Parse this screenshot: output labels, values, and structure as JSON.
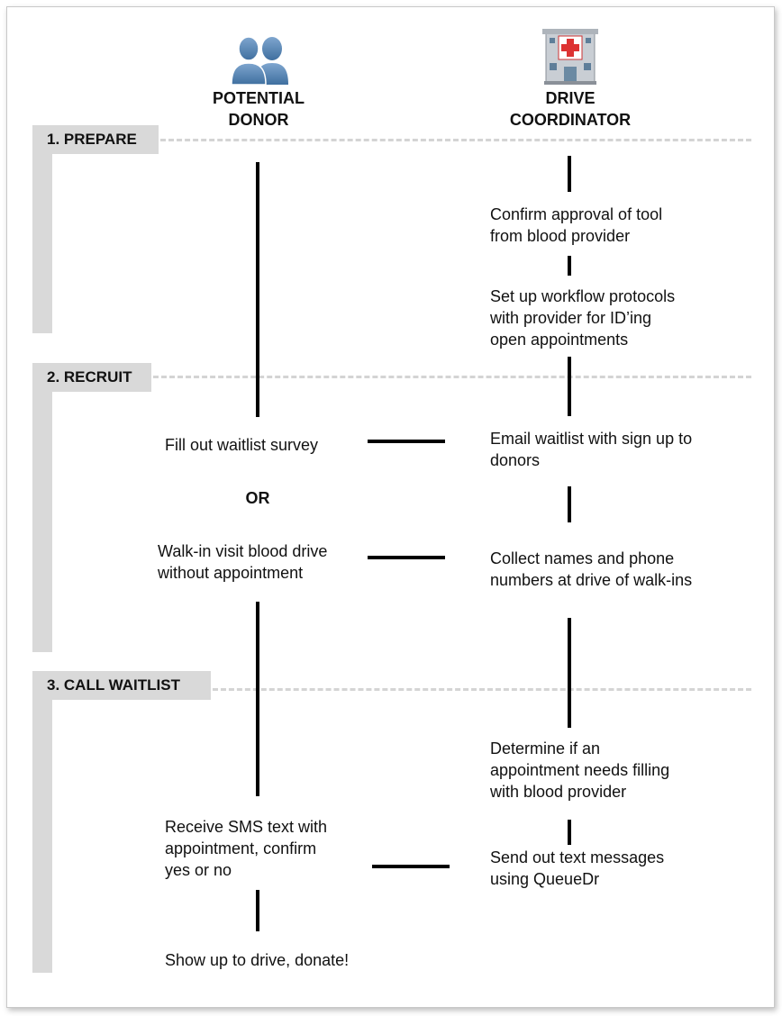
{
  "columns": {
    "donor": {
      "icon": "people-icon",
      "title": "POTENTIAL\nDONOR"
    },
    "coordinator": {
      "icon": "hospital-icon",
      "title": "DRIVE\nCOORDINATOR"
    }
  },
  "stages": [
    {
      "label": "1. PREPARE"
    },
    {
      "label": "2. RECRUIT"
    },
    {
      "label": "3. CALL WAITLIST"
    }
  ],
  "steps": {
    "confirm_approval": "Confirm approval of tool\nfrom blood provider",
    "setup_workflow": "Set up workflow protocols\nwith provider for ID’ing\nopen appointments",
    "fill_survey": "Fill out waitlist survey",
    "email_waitlist": "Email waitlist with sign up to\ndonors",
    "or_label": "OR",
    "walk_in": "Walk-in visit blood drive\nwithout appointment",
    "collect_names": "Collect names and phone\nnumbers at drive of walk-ins",
    "determine_need": "Determine if an\nappointment needs filling\nwith blood provider",
    "receive_sms": "Receive SMS text with\nappointment, confirm\nyes or no",
    "send_texts": "Send out text messages\nusing QueueDr",
    "show_up": "Show up to drive, donate!"
  }
}
